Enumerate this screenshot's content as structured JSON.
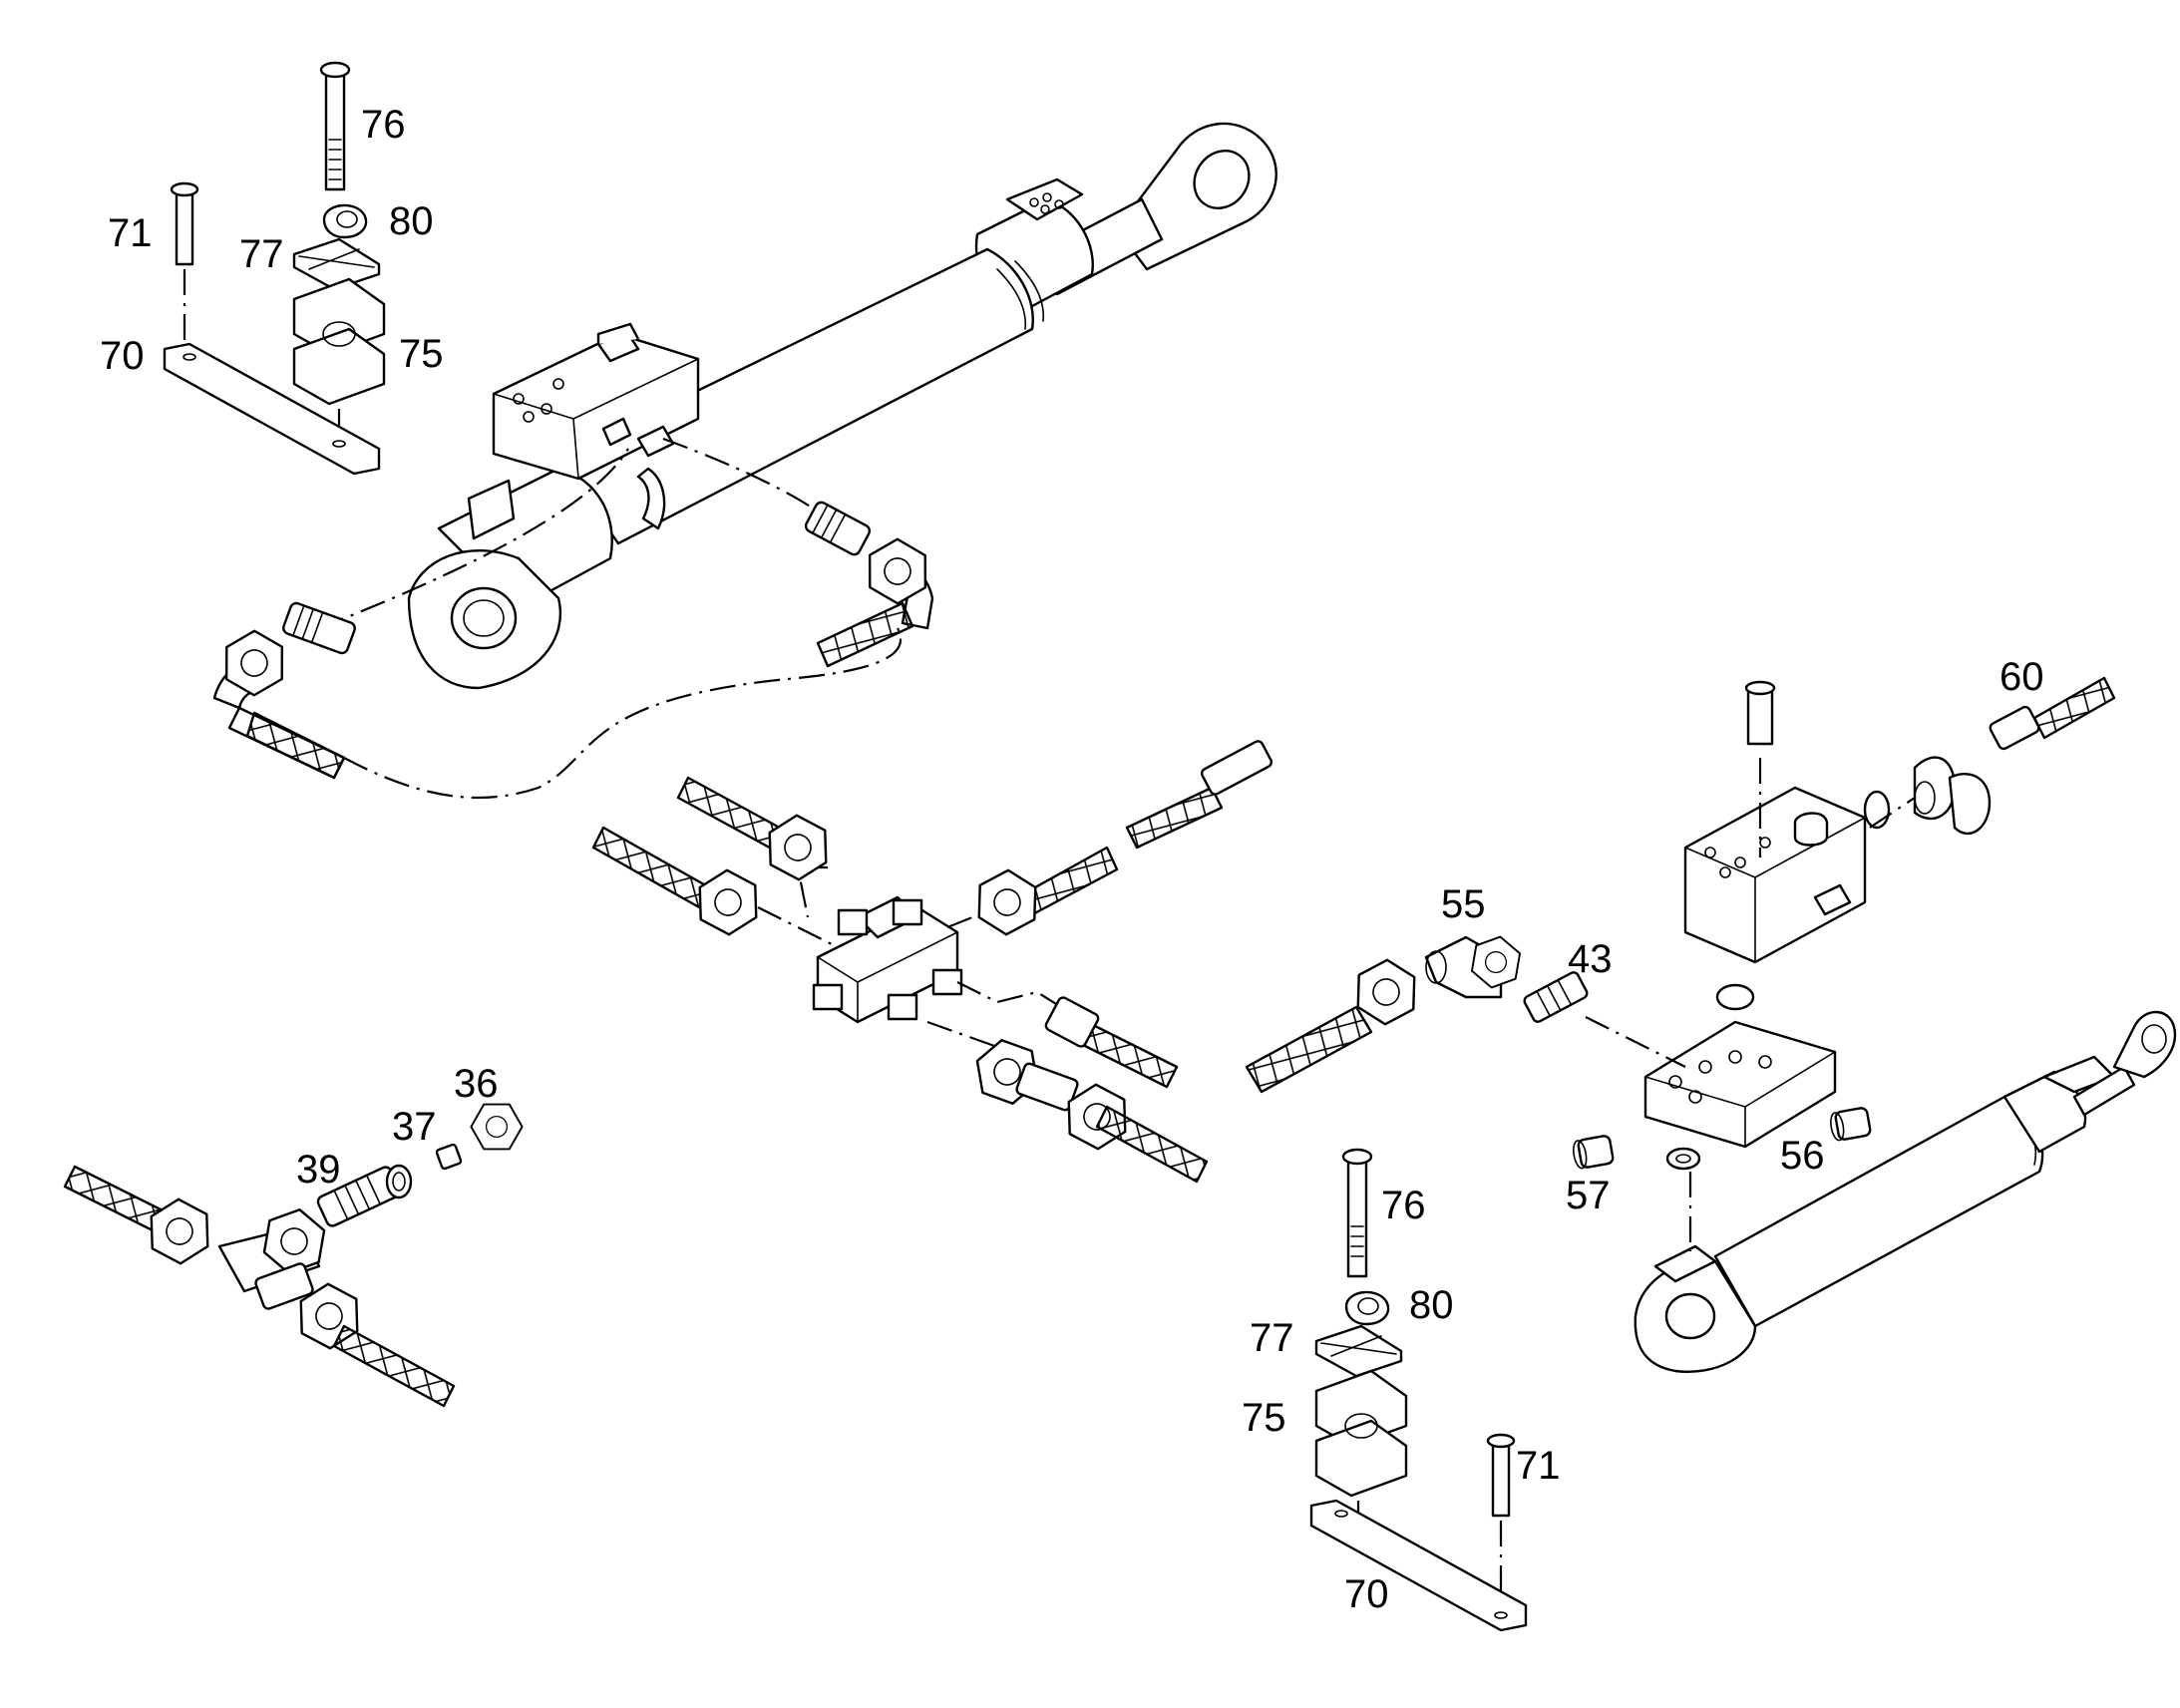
{
  "diagram": {
    "callouts": [
      {
        "id": "c76a",
        "text": "76"
      },
      {
        "id": "c80a",
        "text": "80"
      },
      {
        "id": "c71a",
        "text": "71"
      },
      {
        "id": "c77a",
        "text": "77"
      },
      {
        "id": "c70a",
        "text": "70"
      },
      {
        "id": "c75a",
        "text": "75"
      },
      {
        "id": "c60",
        "text": "60"
      },
      {
        "id": "c55",
        "text": "55"
      },
      {
        "id": "c43",
        "text": "43"
      },
      {
        "id": "c36",
        "text": "36"
      },
      {
        "id": "c37",
        "text": "37"
      },
      {
        "id": "c39",
        "text": "39"
      },
      {
        "id": "c56",
        "text": "56"
      },
      {
        "id": "c57",
        "text": "57"
      },
      {
        "id": "c76b",
        "text": "76"
      },
      {
        "id": "c80b",
        "text": "80"
      },
      {
        "id": "c77b",
        "text": "77"
      },
      {
        "id": "c75b",
        "text": "75"
      },
      {
        "id": "c71b",
        "text": "71"
      },
      {
        "id": "c70b",
        "text": "70"
      }
    ]
  }
}
